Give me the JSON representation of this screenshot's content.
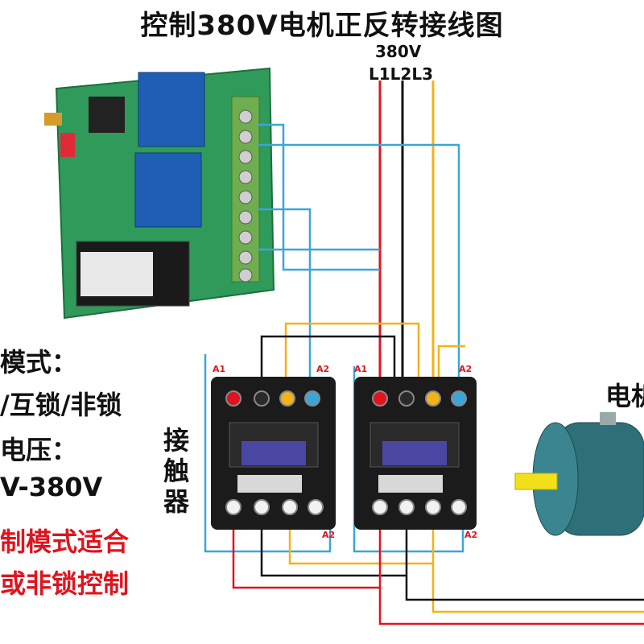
{
  "title": "控制380V电机正反转接线图",
  "supply": {
    "voltage": "380V",
    "phases": "L1L2L3"
  },
  "left_text": {
    "mode_label": "模式：",
    "mode_options": "/互锁/非锁",
    "voltage_label": "电压：",
    "voltage_range": "V-380V",
    "note_line1": "制模式适合",
    "note_line2": "或非锁控制"
  },
  "contactor_label": [
    "接",
    "触",
    "器"
  ],
  "motor_label": "电机",
  "terminal_labels": {
    "a1": "A1",
    "a2": "A2"
  },
  "colors": {
    "red_wire": "#e0141e",
    "black_wire": "#111111",
    "yellow_wire": "#f2b21a",
    "blue_wire": "#3aa6d8",
    "board_green": "#2f9a5a",
    "relay_blue": "#1f5fb3",
    "contactor_body": "#1b1b1b",
    "motor_teal": "#2f6f78"
  },
  "icons": [
    "relay-board",
    "relay",
    "power-module",
    "contactor",
    "motor",
    "screw-terminal"
  ]
}
